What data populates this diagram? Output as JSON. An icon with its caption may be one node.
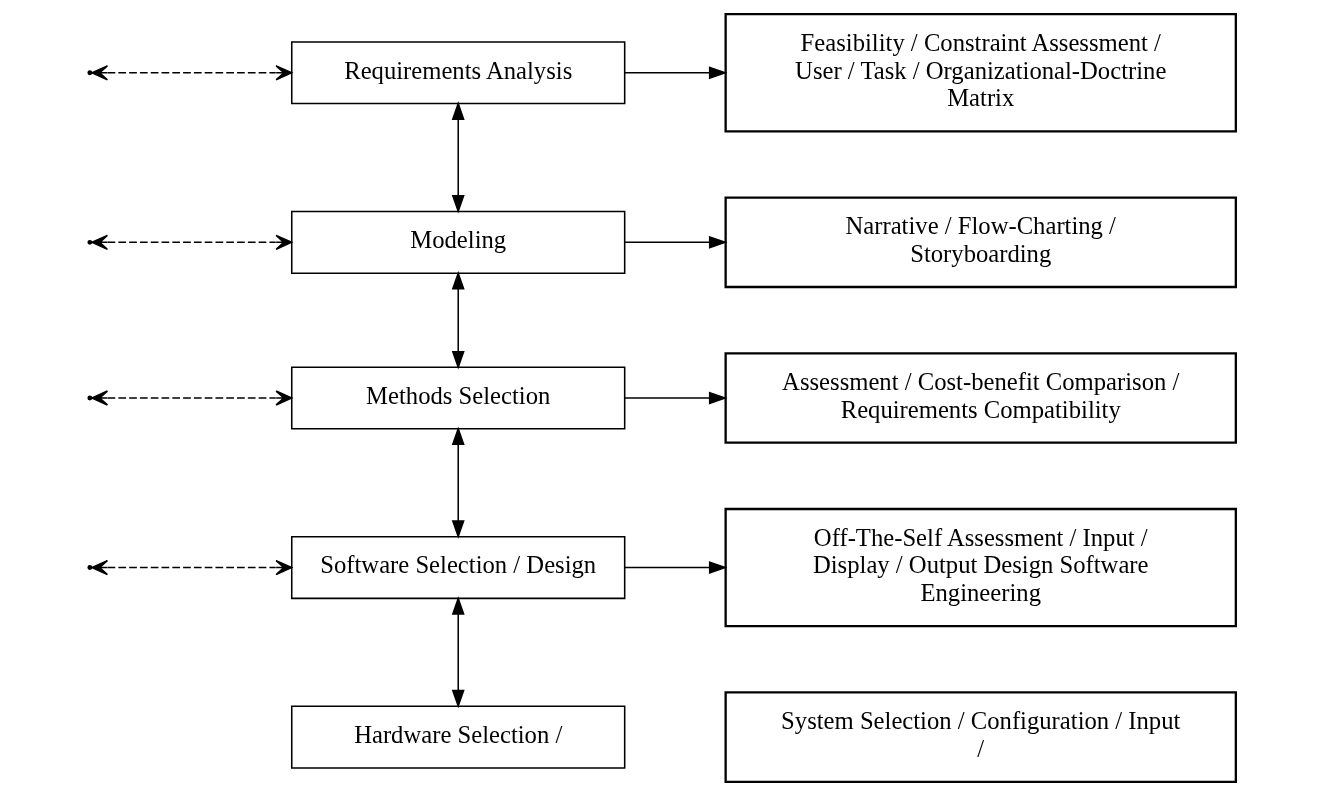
{
  "diagram": {
    "nodes": [
      {
        "text": [
          "Requirements Analysis"
        ]
      },
      {
        "text": [
          "Feasibility / Constraint Assessment / User / Task / Organizational-Doctrine Matrix"
        ]
      },
      {
        "text": [
          "Modeling"
        ]
      },
      {
        "text": [
          "Narrative / Flow-Charting / Storyboarding"
        ]
      },
      {
        "text": [
          "Methods Selection"
        ]
      },
      {
        "text": [
          "Assessment / Cost-benefit Comparison / Requirements Compatibility"
        ]
      },
      {
        "text": [
          "Software Selection / Design"
        ]
      },
      {
        "text": [
          "Off-The-Self Assessment / Input / Display / Output Design Software Engineering"
        ]
      },
      {
        "text": [
          "Hardware Selection /"
        ]
      },
      {
        "text": [
          "System Selection / Configuration / Input /"
        ]
      }
    ],
    "edges": [
      {
        "from": 0,
        "to": 1,
        "arrow": "to"
      },
      {
        "from": 2,
        "to": 3,
        "arrow": "to"
      },
      {
        "from": 4,
        "to": 5,
        "arrow": "to"
      },
      {
        "from": 6,
        "to": 7,
        "arrow": "to"
      },
      {
        "from": 0,
        "to": 2,
        "arrow": "both"
      },
      {
        "from": 2,
        "to": 4,
        "arrow": "both"
      },
      {
        "from": 4,
        "to": 6,
        "arrow": "both"
      },
      {
        "from": 6,
        "to": 8,
        "arrow": "both"
      },
      {
        "from": null,
        "to": 0,
        "arrow": "both",
        "style": "dashed"
      },
      {
        "from": null,
        "to": 2,
        "arrow": "both",
        "style": "dashed"
      },
      {
        "from": null,
        "to": 4,
        "arrow": "both",
        "style": "dashed"
      },
      {
        "from": null,
        "to": 6,
        "arrow": "both",
        "style": "dashed"
      }
    ]
  }
}
